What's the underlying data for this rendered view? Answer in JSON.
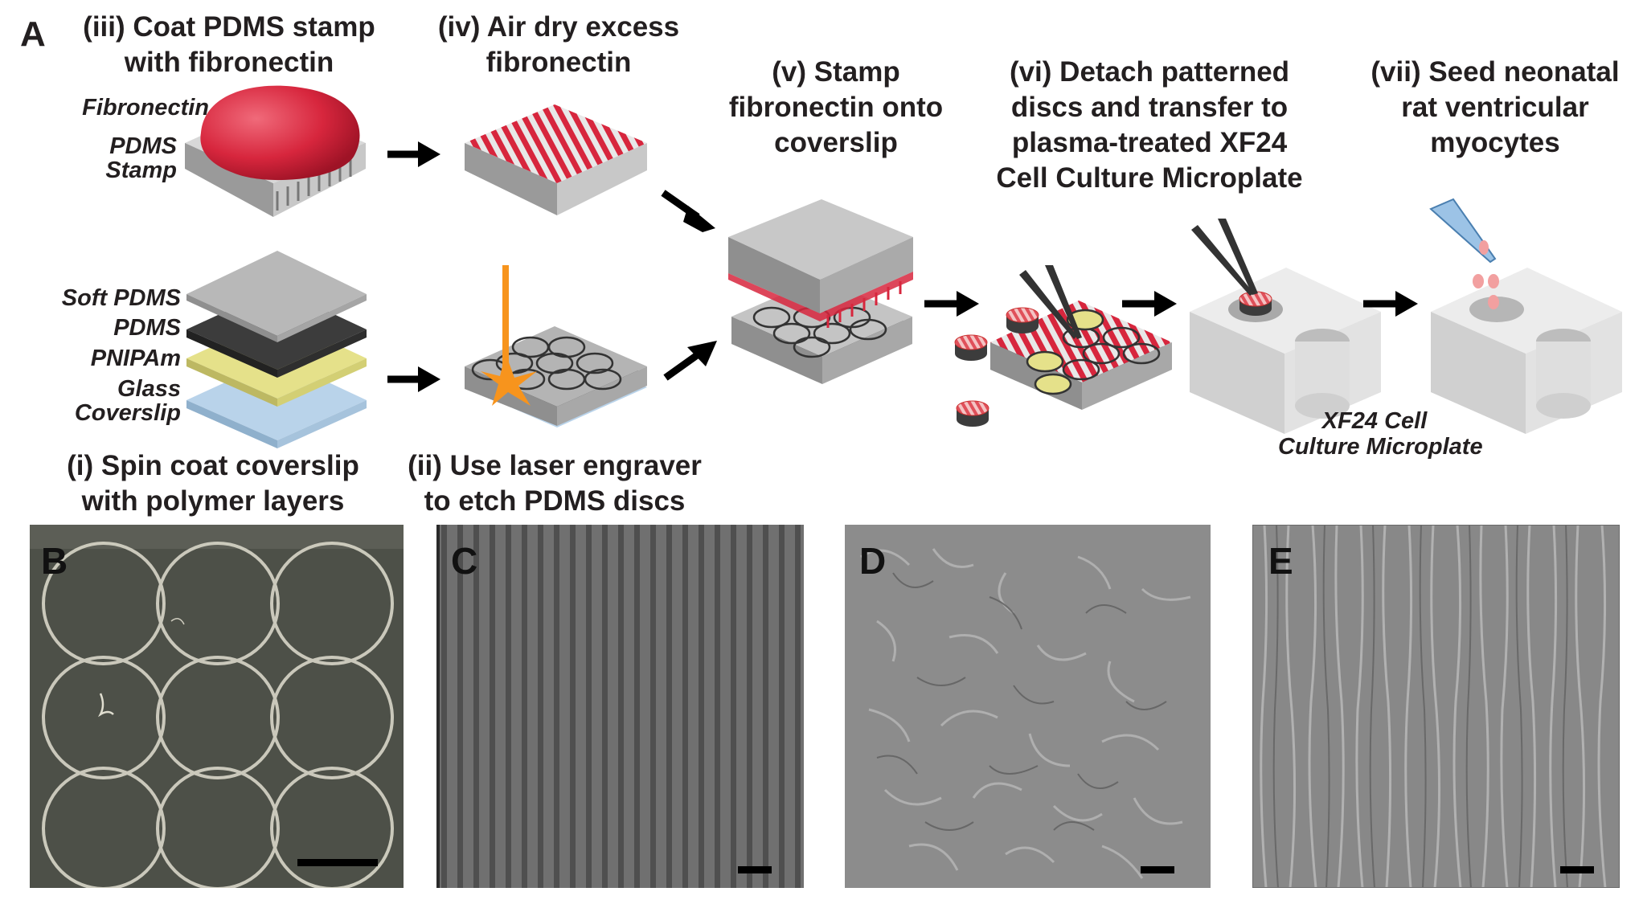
{
  "panels": {
    "A": "A",
    "B": "B",
    "C": "C",
    "D": "D",
    "E": "E"
  },
  "steps": {
    "iii_line1": "(iii) Coat PDMS stamp",
    "iii_line2": "with fibronectin",
    "iv_line1": "(iv) Air dry excess",
    "iv_line2": "fibronectin",
    "v_line1": "(v) Stamp",
    "v_line2": "fibronectin onto",
    "v_line3": "coverslip",
    "vi_line1": "(vi) Detach patterned",
    "vi_line2": "discs and transfer to",
    "vi_line3": "plasma-treated XF24",
    "vi_line4": "Cell Culture Microplate",
    "vii_line1": "(vii) Seed neonatal",
    "vii_line2": "rat ventricular",
    "vii_line3": "myocytes",
    "i_line1": "(i) Spin coat coverslip",
    "i_line2": "with polymer layers",
    "ii_line1": "(ii) Use laser engraver",
    "ii_line2": "to etch PDMS discs"
  },
  "layer_labels": {
    "fibronectin": "Fibronectin",
    "pdms_stamp_1": "PDMS",
    "pdms_stamp_2": "Stamp",
    "soft_pdms": "Soft PDMS",
    "pdms": "PDMS",
    "pnipam": "PNIPAm",
    "glass_1": "Glass",
    "glass_2": "Coverslip"
  },
  "plate_label": {
    "line1": "XF24 Cell",
    "line2": "Culture Microplate"
  },
  "colors": {
    "fibronectin_red": "#d7263d",
    "pdms_gray": "#b4b4b4",
    "pdms_dark": "#3c3c3c",
    "pnipam_yellow": "#e5e18a",
    "glass_blue": "#b9d3ea",
    "laser_orange": "#f7941d",
    "arrow_black": "#000000"
  },
  "icons": {
    "arrow": "arrow-right-icon",
    "laser": "laser-beam-icon",
    "tweezers": "tweezers-icon",
    "pipette": "pipette-tip-icon"
  }
}
